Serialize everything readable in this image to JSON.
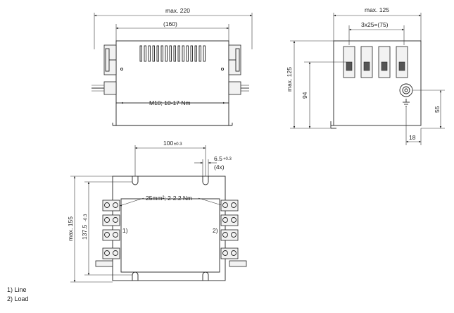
{
  "front_view": {
    "dim_overall_width": "max. 220",
    "dim_mount_width": "(160)",
    "torque_label": "M10; 10-17 Nm"
  },
  "side_view": {
    "dim_overall_width": "max. 125",
    "dim_terminal_spacing": "3x25=(75)",
    "dim_overall_height": "max. 125",
    "dim_body_height": "94",
    "dim_stud_height": "55",
    "dim_stud_offset": "18"
  },
  "top_view": {
    "dim_hole_spacing": "100",
    "dim_hole_spacing_tol": "±0.3",
    "dim_slot_width": "6.5",
    "dim_slot_width_tol": "+0.3",
    "dim_slot_count": "(4x)",
    "terminal_label": "25mm²; 2-2.2 Nm",
    "marker_line": "1)",
    "marker_load": "2)",
    "dim_overall_length": "max. 155",
    "dim_mount_length": "137.5",
    "dim_mount_length_tol": "-0.3"
  },
  "legend": {
    "line": "1) Line",
    "load": "2) Load"
  }
}
